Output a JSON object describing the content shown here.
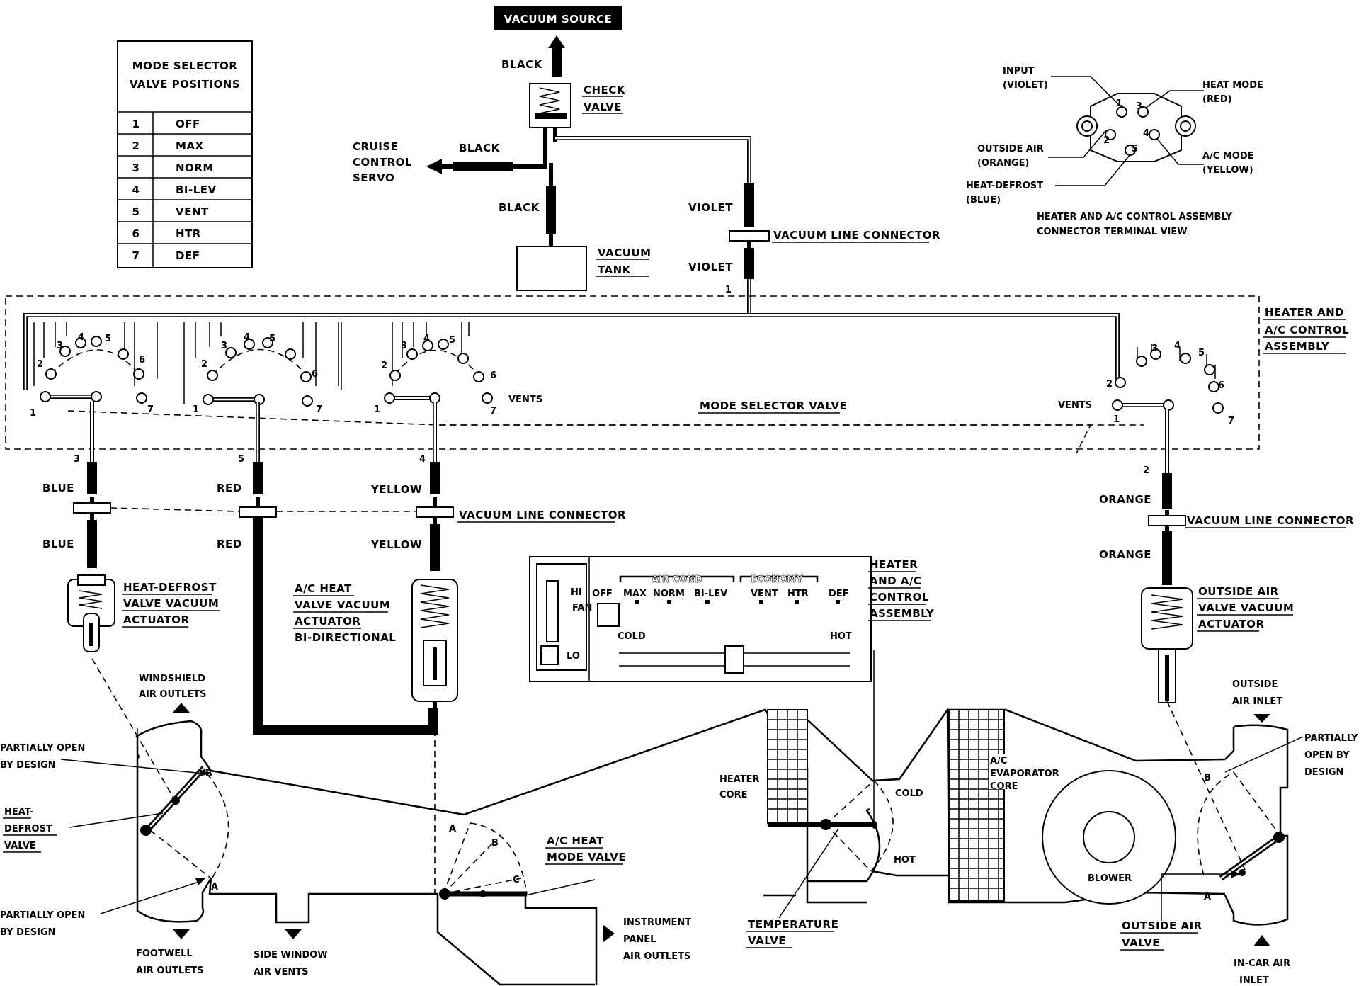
{
  "vacuum_source": "VACUUM SOURCE",
  "table": {
    "title_line1": "MODE SELECTOR",
    "title_line2": "VALVE POSITIONS",
    "rows": [
      {
        "num": "1",
        "mode": "OFF"
      },
      {
        "num": "2",
        "mode": "MAX"
      },
      {
        "num": "3",
        "mode": "NORM"
      },
      {
        "num": "4",
        "mode": "BI-LEV"
      },
      {
        "num": "5",
        "mode": "VENT"
      },
      {
        "num": "6",
        "mode": "HTR"
      },
      {
        "num": "7",
        "mode": "DEF"
      }
    ]
  },
  "labels": {
    "black": "BLACK",
    "check_valve_1": "CHECK",
    "check_valve_2": "VALVE",
    "cruise_1": "CRUISE",
    "cruise_2": "CONTROL",
    "cruise_3": "SERVO",
    "vacuum_tank_1": "VACUUM",
    "vacuum_tank_2": "TANK",
    "violet": "VIOLET",
    "vacuum_line_connector": "VACUUM LINE CONNECTOR",
    "heater_ac_assembly_1": "HEATER AND",
    "heater_ac_assembly_2": "A/C CONTROL",
    "heater_ac_assembly_3": "ASSEMBLY",
    "mode_selector_valve": "MODE SELECTOR VALVE",
    "vents": "VENTS",
    "blue": "BLUE",
    "red": "RED",
    "yellow": "YELLOW",
    "orange": "ORANGE",
    "heat_defrost_act_1": "HEAT-DEFROST",
    "heat_defrost_act_2": "VALVE VACUUM",
    "heat_defrost_act_3": "ACTUATOR",
    "ac_heat_act_1": "A/C HEAT",
    "ac_heat_act_2": "VALVE VACUUM",
    "ac_heat_act_3": "ACTUATOR",
    "ac_heat_act_4": "BI-DIRECTIONAL",
    "outside_air_act_1": "OUTSIDE AIR",
    "outside_air_act_2": "VALVE VACUUM",
    "outside_air_act_3": "ACTUATOR",
    "panel_label_1": "HEATER",
    "panel_label_2": "AND A/C",
    "panel_label_3": "CONTROL",
    "panel_label_4": "ASSEMBLY",
    "windshield_1": "WINDSHIELD",
    "windshield_2": "AIR OUTLETS",
    "partially_open_1": "PARTIALLY OPEN",
    "partially_open_2": "BY DESIGN",
    "heat_defrost_valve_1": "HEAT-",
    "heat_defrost_valve_2": "DEFROST",
    "heat_defrost_valve_3": "VALVE",
    "footwell_1": "FOOTWELL",
    "footwell_2": "AIR OUTLETS",
    "side_window_1": "SIDE  WINDOW",
    "side_window_2": "AIR VENTS",
    "ac_heat_mode_1": "A/C HEAT",
    "ac_heat_mode_2": "MODE VALVE",
    "instrument_1": "INSTRUMENT",
    "instrument_2": "PANEL",
    "instrument_3": "AIR OUTLETS",
    "heater_core_1": "HEATER",
    "heater_core_2": "CORE",
    "cold": "COLD",
    "hot": "HOT",
    "temperature_1": "TEMPERATURE",
    "temperature_2": "VALVE",
    "evap_1": "A/C",
    "evap_2": "EVAPORATOR",
    "evap_3": "CORE",
    "blower": "BLOWER",
    "outside_air_inlet_1": "OUTSIDE",
    "outside_air_inlet_2": "AIR INLET",
    "partially_open_r1": "PARTIALLY",
    "partially_open_r2": "OPEN BY",
    "partially_open_r3": "DESIGN",
    "outside_air_valve_1": "OUTSIDE AIR",
    "outside_air_valve_2": "VALVE",
    "in_car_1": "IN-CAR AIR",
    "in_car_2": "INLET",
    "letter_a": "A",
    "letter_b": "B",
    "letter_c": "C"
  },
  "terminal": {
    "input_1": "INPUT",
    "input_2": "(VIOLET)",
    "heat_mode_1": "HEAT MODE",
    "heat_mode_2": "(RED)",
    "outside_air_1": "OUTSIDE AIR",
    "outside_air_2": "(ORANGE)",
    "ac_mode_1": "A/C MODE",
    "ac_mode_2": "(YELLOW)",
    "heat_defrost_1": "HEAT-DEFROST",
    "heat_defrost_2": "(BLUE)",
    "caption_1": "HEATER AND A/C CONTROL ASSEMBLY",
    "caption_2": "CONNECTOR TERMINAL VIEW"
  },
  "control_panel": {
    "fan": "FAN",
    "hi": "HI",
    "lo": "LO",
    "off": "OFF",
    "max": "MAX",
    "norm": "NORM",
    "bilev": "BI-LEV",
    "vent": "VENT",
    "htr": "HTR",
    "def": "DEF",
    "air_cond": "AIR COND",
    "economy": "ECONOMY",
    "cold": "COLD",
    "hot": "HOT"
  },
  "port_numbers": [
    "1",
    "2",
    "3",
    "4",
    "5",
    "6",
    "7"
  ]
}
